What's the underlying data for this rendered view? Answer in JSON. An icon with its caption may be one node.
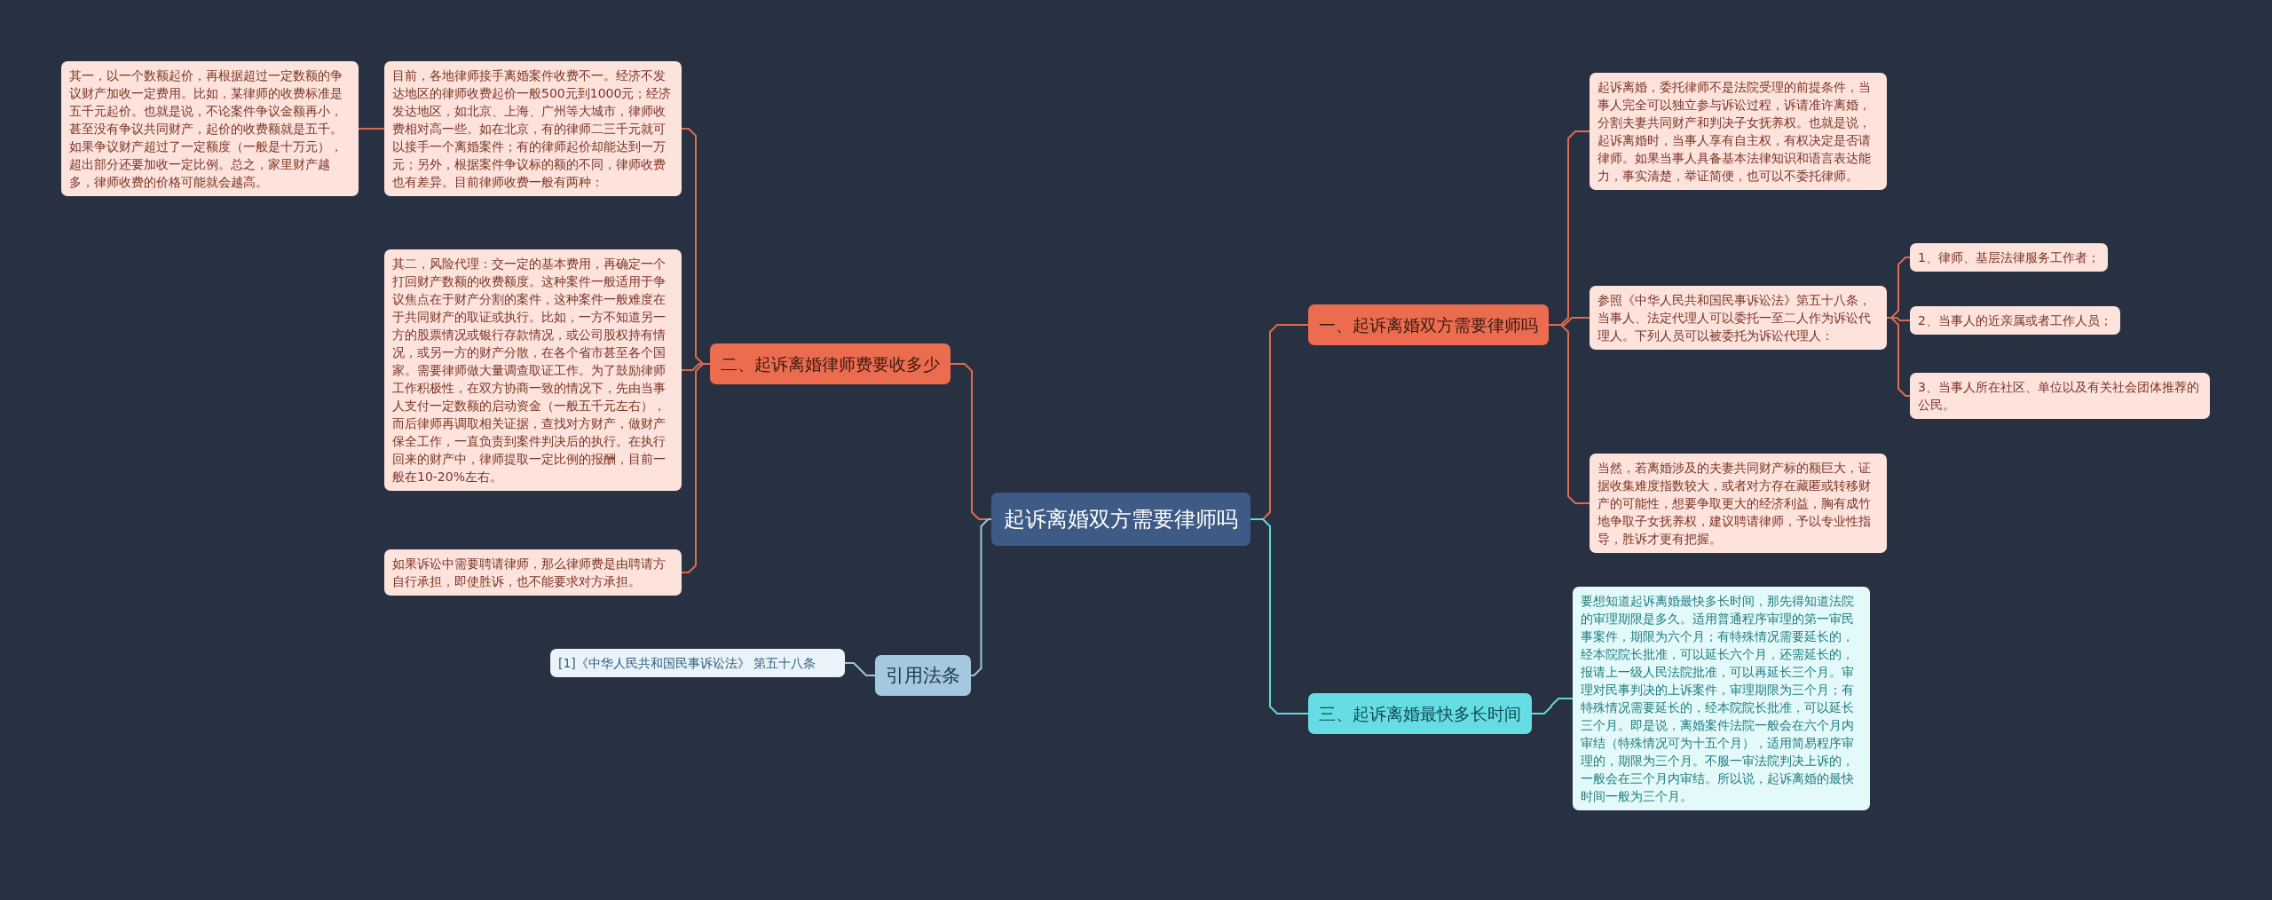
{
  "diagram": {
    "nodes": [
      {
        "text": [
          "起诉离婚双方需要律师吗"
        ]
      },
      {
        "text": [
          "一、起诉离婚双方需要律师吗"
        ]
      },
      {
        "text": [
          "起诉离婚，委托律师不是法院受理的前提条件，当事人完全可以独立参与诉讼过程，诉请准许离婚，分割夫妻共同财产和判决子女抚养权。也就是说，起诉离婚时，当事人享有自主权，有权决定是否请律师。如果当事人具备基本法律知识和语言表达能力，事实清楚，举证简便，也可以不委托律师。"
        ]
      },
      {
        "text": [
          "参照《中华人民共和国民事诉讼法》第五十八条，当事人、法定代理人可以委托一至二人作为诉讼代理人。下列人员可以被委托为诉讼代理人："
        ]
      },
      {
        "text": [
          "1、律师、基层法律服务工作者；"
        ]
      },
      {
        "text": [
          "2、当事人的近亲属或者工作人员；"
        ]
      },
      {
        "text": [
          "3、当事人所在社区、单位以及有关社会团体推荐的公民。"
        ]
      },
      {
        "text": [
          "当然，若离婚涉及的夫妻共同财产标的额巨大，证据收集难度指数较大，或者对方存在藏匿或转移财产的可能性，想要争取更大的经济利益，胸有成竹地争取子女抚养权，建议聘请律师，予以专业性指导，胜诉才更有把握。"
        ]
      },
      {
        "text": [
          "三、起诉离婚最快多长时间"
        ]
      },
      {
        "text": [
          "要想知道起诉离婚最快多长时间，那先得知道法院的审理期限是多久。适用普通程序审理的第一审民事案件，期限为六个月；有特殊情况需要延长的，经本院院长批准，可以延长六个月，还需延长的，报请上一级人民法院批准，可以再延长三个月。审理对民事判决的上诉案件，审理期限为三个月；有特殊情况需要延长的，经本院院长批准，可以延长三个月。即是说，离婚案件法院一般会在六个月内审结（特殊情况可为十五个月），适用简易程序审理的，期限为三个月。不服一审法院判决上诉的，一般会在三个月内审结。所以说，起诉离婚的最快时间一般为三个月。"
        ]
      },
      {
        "text": [
          "二、起诉离婚律师费要收多少"
        ]
      },
      {
        "text": [
          "目前，各地律师接手离婚案件收费不一。经济不发达地区的律师收费起价一般500元到1000元；经济发达地区，如北京、上海、广州等大城市，律师收费相对高一些。如在北京，有的律师二三千元就可以接手一个离婚案件；有的律师起价却能达到一万元；另外，根据案件争议标的额的不同，律师收费也有差异。目前律师收费一般有两种："
        ]
      },
      {
        "text": [
          "其一，以一个数额起价，再根据超过一定数额的争议财产加收一定费用。比如，某律师的收费标准是五千元起价。也就是说，不论案件争议金额再小，甚至没有争议共同财产，起价的收费额就是五千。如果争议财产超过了一定额度（一般是十万元），超出部分还要加收一定比例。总之，家里财产越多，律师收费的价格可能就会越高。"
        ]
      },
      {
        "text": [
          "其二，风险代理：交一定的基本费用，再确定一个打回财产数额的收费额度。这种案件一般适用于争议焦点在于财产分割的案件，这种案件一般难度在于共同财产的取证或执行。比如，一方不知道另一方的股票情况或银行存款情况，或公司股权持有情况，或另一方的财产分散，在各个省市甚至各个国家。需要律师做大量调查取证工作。为了鼓励律师工作积极性，在双方协商一致的情况下，先由当事人支付一定数额的启动资金（一般五千元左右），而后律师再调取相关证据，查找对方财产，做财产保全工作，一直负责到案件判决后的执行。在执行回来的财产中，律师提取一定比例的报酬，目前一般在10-20%左右。"
        ]
      },
      {
        "text": [
          "如果诉讼中需要聘请律师，那么律师费是由聘请方自行承担，即使胜诉，也不能要求对方承担。"
        ]
      },
      {
        "text": [
          "引用法条"
        ]
      },
      {
        "text": [
          "[1]《中华人民共和国民事诉讼法》 第五十八条"
        ]
      }
    ],
    "edges": [
      {
        "from": 0,
        "to": 1,
        "arrow": "none"
      },
      {
        "from": 0,
        "to": 8,
        "arrow": "none",
        "color": "#62d6dc"
      },
      {
        "from": 0,
        "to": 10,
        "arrow": "none"
      },
      {
        "from": 0,
        "to": 15,
        "arrow": "none",
        "color": "#9dc3dc"
      },
      {
        "from": 1,
        "to": 2,
        "arrow": "none"
      },
      {
        "from": 1,
        "to": 3,
        "arrow": "none"
      },
      {
        "from": 1,
        "to": 7,
        "arrow": "none"
      },
      {
        "from": 3,
        "to": 4,
        "arrow": "none"
      },
      {
        "from": 3,
        "to": 5,
        "arrow": "none"
      },
      {
        "from": 3,
        "to": 6,
        "arrow": "none"
      },
      {
        "from": 8,
        "to": 9,
        "arrow": "none",
        "color": "#62d6dc"
      },
      {
        "from": 10,
        "to": 11,
        "arrow": "none"
      },
      {
        "from": 10,
        "to": 13,
        "arrow": "none"
      },
      {
        "from": 10,
        "to": 14,
        "arrow": "none"
      },
      {
        "from": 11,
        "to": 12,
        "arrow": "none"
      },
      {
        "from": 15,
        "to": 16,
        "arrow": "none",
        "color": "#9dc3dc"
      }
    ]
  }
}
